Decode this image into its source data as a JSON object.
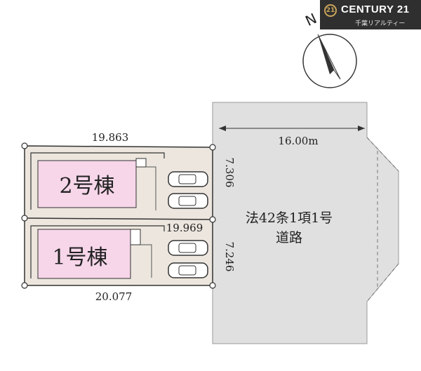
{
  "logo": {
    "mark": "21",
    "name": "CENTURY 21",
    "subtitle": "千葉リアルティー"
  },
  "compass": {
    "north_label": "N"
  },
  "lots": [
    {
      "label": "2号棟",
      "width_label": "7.306"
    },
    {
      "label": "1号棟",
      "width_label": "7.246"
    }
  ],
  "dimensions": {
    "top": "19.863",
    "middle": "19.969",
    "bottom": "20.077",
    "road_width": "16.00m"
  },
  "road": {
    "line1": "法42条1項1号",
    "line2": "道路"
  },
  "colors": {
    "building": "#f7d6e9",
    "site": "#ece6de",
    "road": "#e0e0e0",
    "outline": "#333333"
  }
}
